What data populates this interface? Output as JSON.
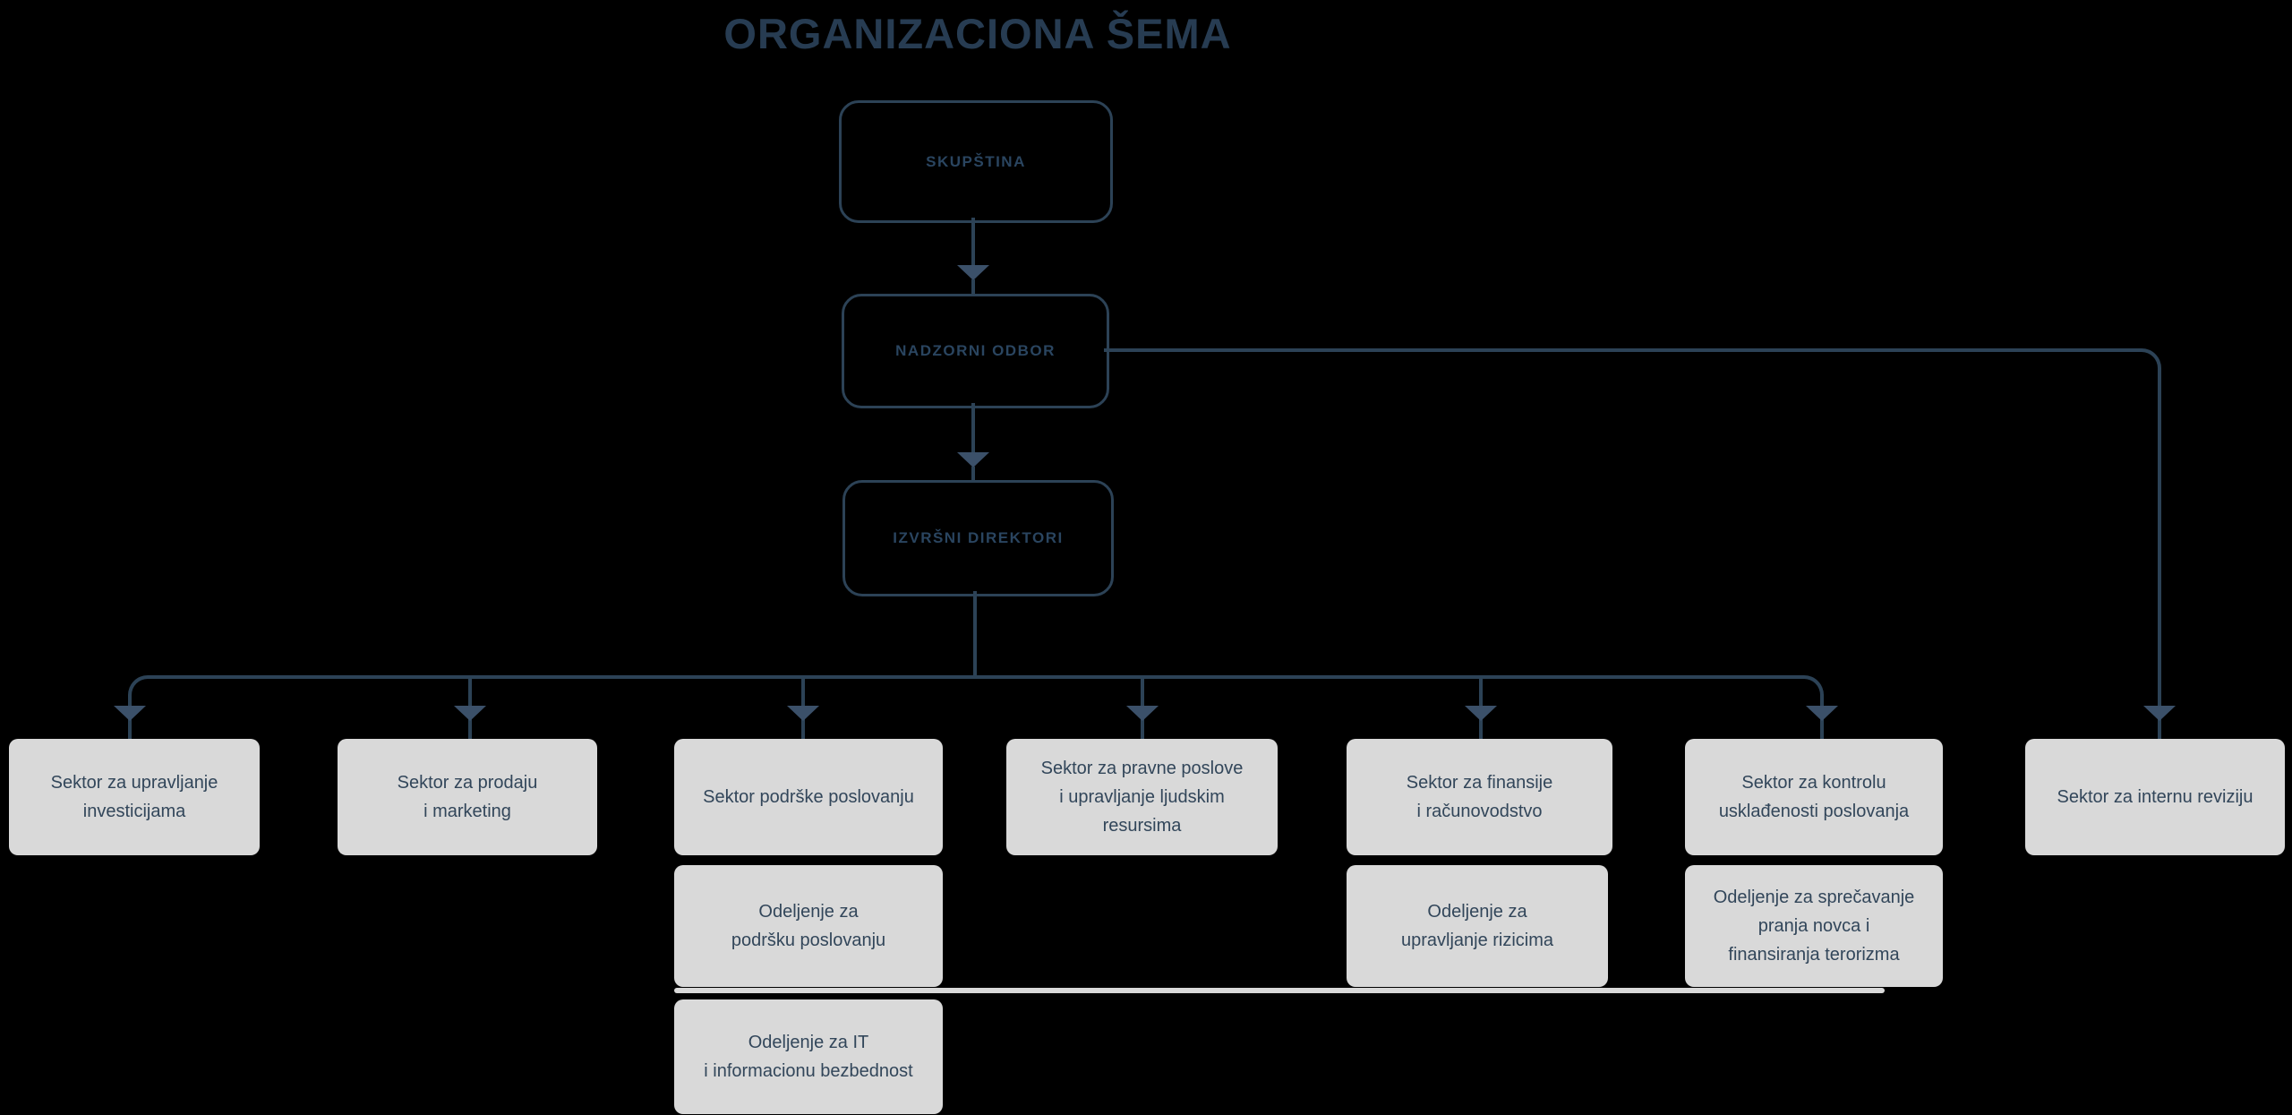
{
  "title": "ORGANIZACIONA ŠEMA",
  "nodes": {
    "skupstina": "SKUPŠTINA",
    "nadzorni_odbor": "NADZORNI ODBOR",
    "izvrsni_direktori": "IZVRŠNI DIREKTORI"
  },
  "sectors": [
    {
      "label": "Sektor za upravljanje\ninvesticijama"
    },
    {
      "label": "Sektor za prodaju\ni marketing"
    },
    {
      "label": "Sektor podrške poslovanju"
    },
    {
      "label": "Sektor za pravne poslove\ni upravljanje ljudskim\nresursima"
    },
    {
      "label": "Sektor za finansije\ni računovodstvo"
    },
    {
      "label": "Sektor za kontrolu\nusklađenosti poslovanja"
    },
    {
      "label": "Sektor za internu reviziju"
    }
  ],
  "departments": [
    {
      "label": "Odeljenje za\npodršku poslovanju"
    },
    {
      "label": "Odeljenje za\nupravljanje rizicima"
    },
    {
      "label": "Odeljenje za sprečavanje\npranja novca i\nfinansiranja terorizma"
    },
    {
      "label": "Odeljenje za IT\ni informacionu bezbednost"
    }
  ],
  "edges": [
    {
      "from": "SKUPŠTINA",
      "to": "NADZORNI ODBOR"
    },
    {
      "from": "NADZORNI ODBOR",
      "to": "IZVRŠNI DIREKTORI"
    },
    {
      "from": "NADZORNI ODBOR",
      "to": "Sektor za internu reviziju"
    },
    {
      "from": "IZVRŠNI DIREKTORI",
      "to": "Sektor za upravljanje investicijama"
    },
    {
      "from": "IZVRŠNI DIREKTORI",
      "to": "Sektor za prodaju i marketing"
    },
    {
      "from": "IZVRŠNI DIREKTORI",
      "to": "Sektor podrške poslovanju"
    },
    {
      "from": "IZVRŠNI DIREKTORI",
      "to": "Sektor za pravne poslove i upravljanje ljudskim resursima"
    },
    {
      "from": "IZVRŠNI DIREKTORI",
      "to": "Sektor za finansije i računovodstvo"
    },
    {
      "from": "IZVRŠNI DIREKTORI",
      "to": "Sektor za kontrolu usklađenosti poslovanja"
    }
  ],
  "colors": {
    "background": "#000000",
    "accent_dark_blue": "#2c4256",
    "title_text": "#273c52",
    "node_text": "#2a4560",
    "arrowhead": "#3b5069",
    "box_fill": "#d9d9d9",
    "box_text": "#32465a"
  }
}
